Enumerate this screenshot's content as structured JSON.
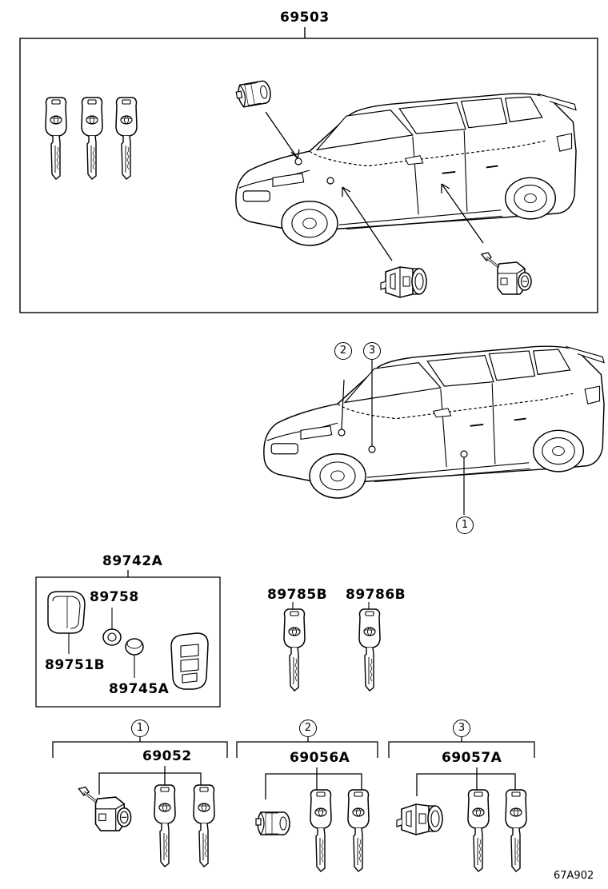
{
  "labels": {
    "top_set": "69503",
    "transponder_set": "89742A",
    "housing": "89751B",
    "part_89758": "89758",
    "battery": "89745A",
    "key_a": "89785B",
    "key_b": "89786B",
    "group1": "69052",
    "group2": "69056A",
    "group3": "69057A",
    "figure_code": "67A902"
  },
  "callouts": {
    "c1": "1",
    "c2": "2",
    "c3": "3"
  }
}
